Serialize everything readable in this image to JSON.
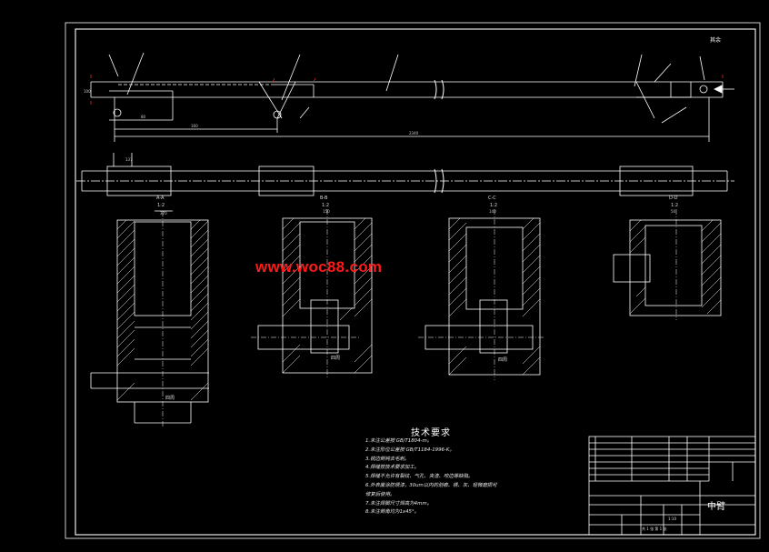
{
  "watermark": "www.woc88.com",
  "tech_requirements": {
    "title": "技术要求",
    "items": [
      "1.未注公差按 GB/T1804-m。",
      "2.未注形位公差按 GB/T1184-1996-K。",
      "3.锐边倒钝去毛刺。",
      "4.焊缝按技术要求加工。",
      "5.焊缝不允许有裂纹、气孔、夹渣、咬边等缺陷。",
      "6.外表面涂防锈漆，30um以内的划痕、锈、灰、轻微磨损可",
      "  修复后使用。",
      "7.未注焊脚尺寸焊高为4mm。",
      "8.未注倒角均为1x45°。"
    ]
  },
  "section_labels": [
    "A-A",
    "B-B",
    "C-C",
    "D-D"
  ],
  "section_scales": [
    "1:2",
    "1:2",
    "1:2",
    "1:2"
  ],
  "weld_labels": [
    "四周",
    "四周",
    "四周"
  ],
  "title_block": {
    "name": "中臂",
    "scale": "1:10",
    "sheet": "共 1 张 第 1 张"
  },
  "surface_roughness": "其余"
}
